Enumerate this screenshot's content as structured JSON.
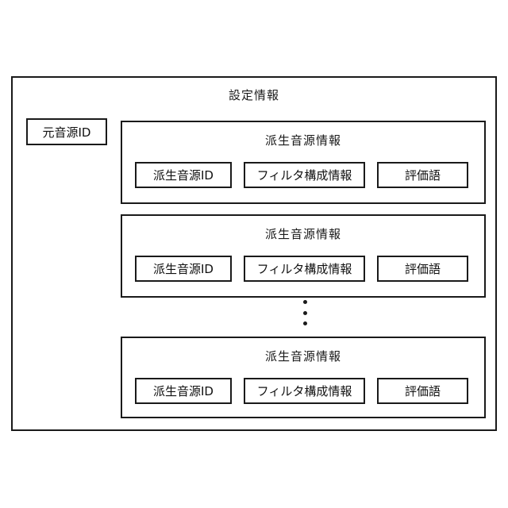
{
  "diagram": {
    "title": "設定情報",
    "source_box_label": "元音源ID",
    "groups": [
      {
        "title": "派生音源情報",
        "items": [
          "派生音源ID",
          "フィルタ構成情報",
          "評価語"
        ]
      },
      {
        "title": "派生音源情報",
        "items": [
          "派生音源ID",
          "フィルタ構成情報",
          "評価語"
        ]
      },
      {
        "title": "派生音源情報",
        "items": [
          "派生音源ID",
          "フィルタ構成情報",
          "評価語"
        ]
      }
    ]
  }
}
